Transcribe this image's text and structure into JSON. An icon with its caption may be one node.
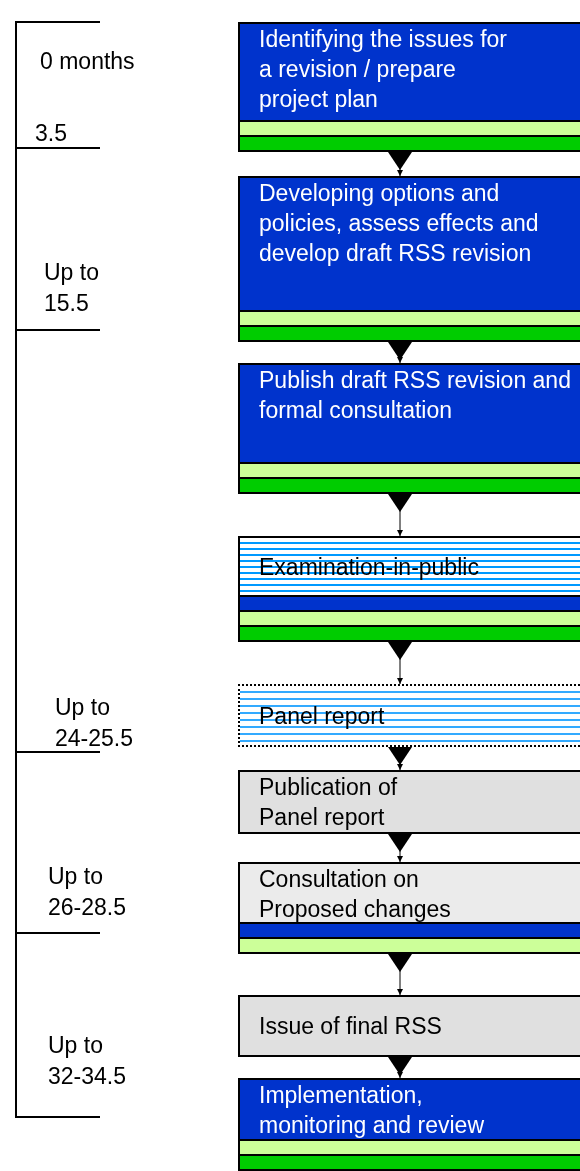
{
  "diagram": {
    "nodes": [
      {
        "text": [
          "Identifying the issues for a revision / prepare project plan"
        ]
      },
      {
        "text": [
          "Developing options and policies, assess effects and develop draft RSS revision"
        ]
      },
      {
        "text": [
          "Publish draft RSS revision and formal consultation"
        ]
      },
      {
        "text": [
          "Examination-in-public"
        ]
      },
      {
        "text": [
          "Panel report"
        ]
      },
      {
        "text": [
          "Publication of Panel report"
        ]
      },
      {
        "text": [
          "Consultation on Proposed changes"
        ]
      },
      {
        "text": [
          "Issue of final RSS"
        ]
      },
      {
        "text": [
          "Implementation, monitoring and review"
        ]
      }
    ],
    "edges": [
      {
        "from": 0,
        "to": 1,
        "arrow": "to"
      },
      {
        "from": 1,
        "to": 2,
        "arrow": "to"
      },
      {
        "from": 2,
        "to": 3,
        "arrow": "to"
      },
      {
        "from": 3,
        "to": 4,
        "arrow": "to"
      },
      {
        "from": 4,
        "to": 5,
        "arrow": "to"
      },
      {
        "from": 5,
        "to": 6,
        "arrow": "to"
      },
      {
        "from": 6,
        "to": 7,
        "arrow": "to"
      },
      {
        "from": 7,
        "to": 8,
        "arrow": "to"
      }
    ],
    "labels": [
      "0 months",
      "3.5",
      "Up to 15.5",
      "Up to 24-25.5",
      "Up to 26-28.5",
      "Up to 32-34.5"
    ]
  }
}
